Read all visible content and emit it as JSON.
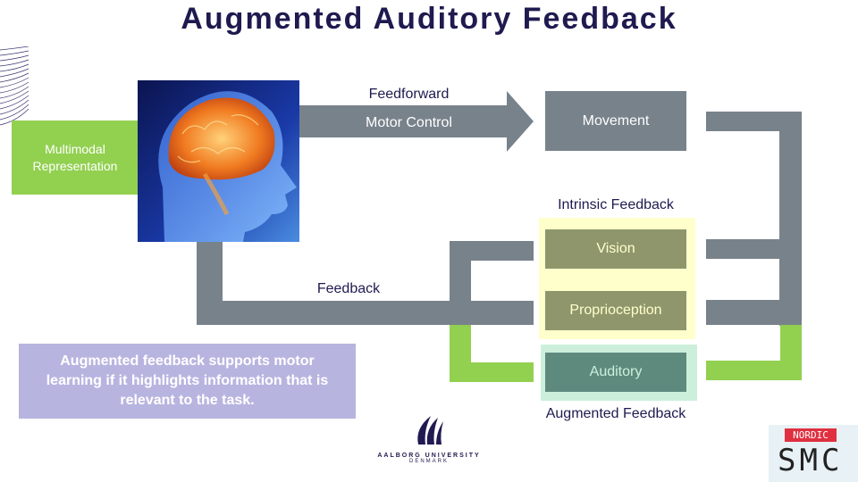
{
  "title": "Augmented Auditory Feedback",
  "left_box": {
    "label_line1": "Multimodal",
    "label_line2": "Representation"
  },
  "brain_image": {
    "icon": "brain-head-image"
  },
  "arrow": {
    "top_label": "Feedforward",
    "inner_label": "Motor Control"
  },
  "movement": {
    "label": "Movement"
  },
  "feedback_label": "Feedback",
  "intrinsic": {
    "heading": "Intrinsic Feedback",
    "items": [
      {
        "label": "Vision"
      },
      {
        "label": "Proprioception"
      }
    ]
  },
  "augmented": {
    "heading": "Augmented Feedback",
    "items": [
      {
        "label": "Auditory"
      }
    ]
  },
  "note": {
    "line1": "Augmented feedback supports motor",
    "line2": "learning if it highlights information that is",
    "line3": "relevant to the task."
  },
  "logos": {
    "university": {
      "name": "AALBORG UNIVERSITY",
      "country": "DENMARK"
    },
    "smc": {
      "banner": "NORDIC",
      "text": "SMC"
    }
  },
  "colors": {
    "title": "#1f1a4f",
    "connector": "#78828b",
    "green": "#92d050",
    "intrinsic_box": "#8f966c",
    "intrinsic_bg": "#ffffcc",
    "augmented_box": "#5e8a7e",
    "augmented_bg": "#ccefdc",
    "note_bg": "#b8b4e0"
  }
}
